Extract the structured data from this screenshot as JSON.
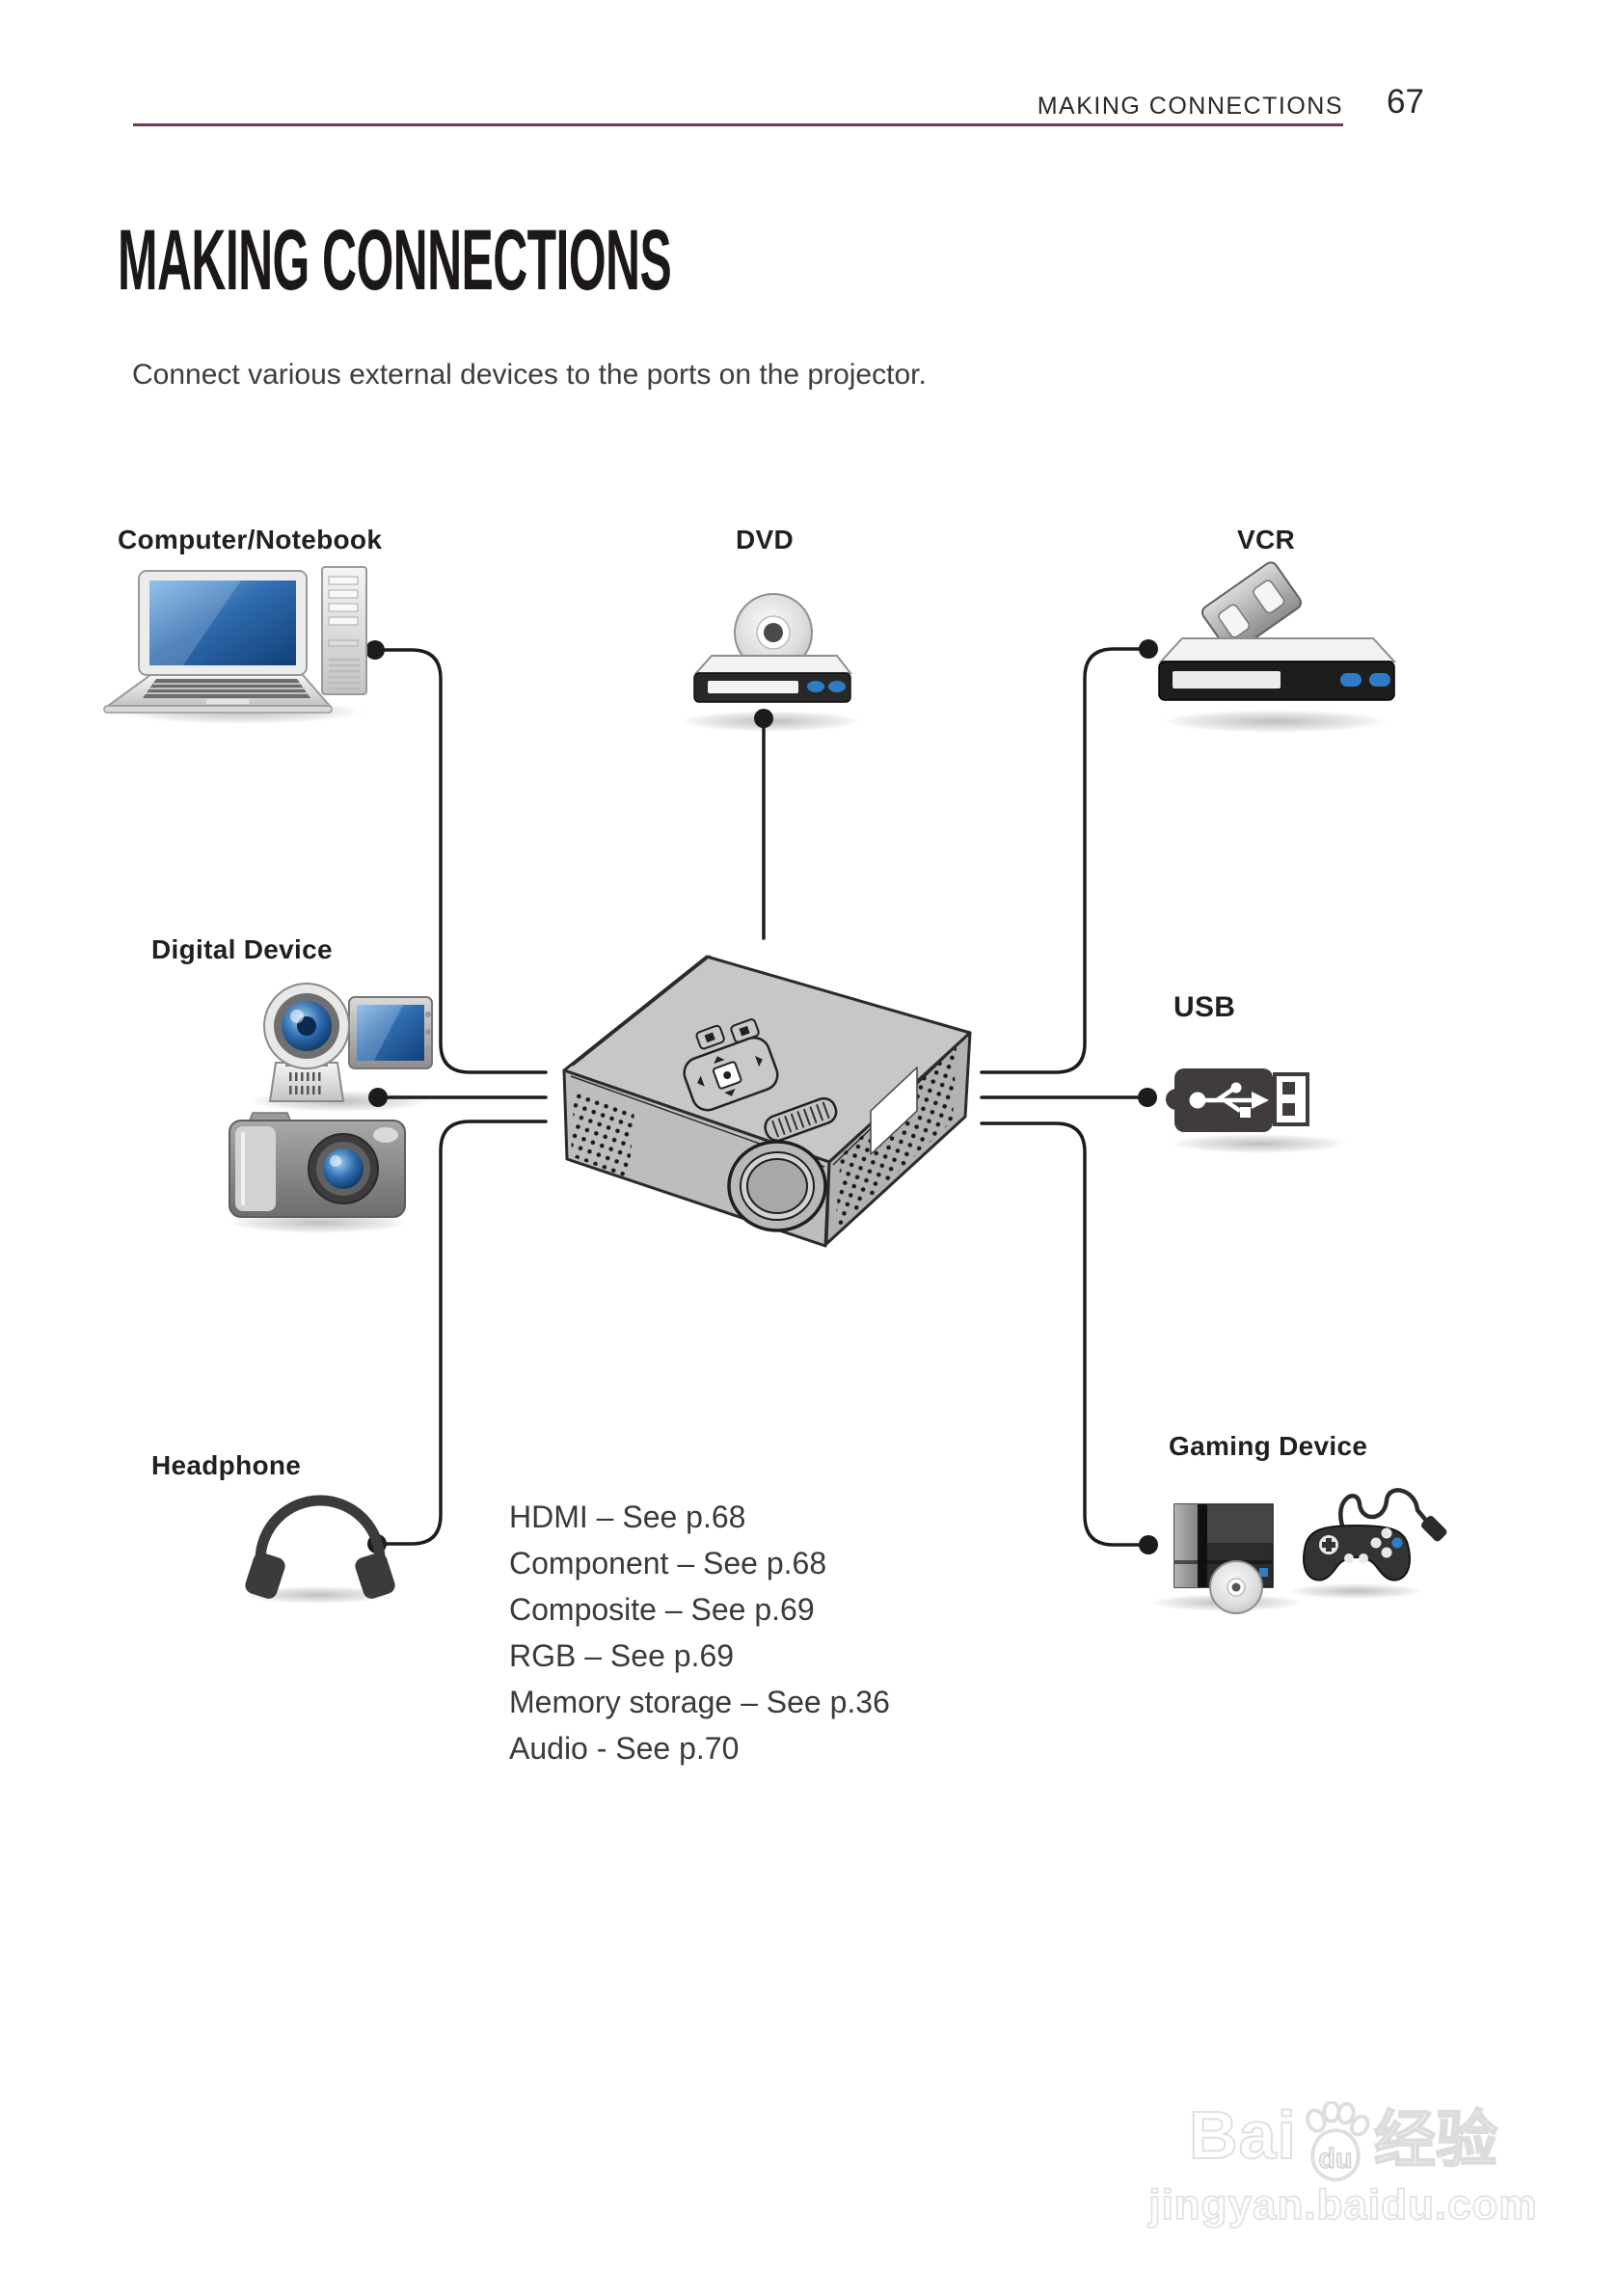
{
  "header": {
    "running_title": "MAKING CONNECTIONS",
    "page_number": "67"
  },
  "main": {
    "title": "MAKING CONNECTIONS",
    "intro": "Connect various external devices to the ports on the projector."
  },
  "devices": {
    "computer": {
      "label": "Computer/Notebook"
    },
    "dvd": {
      "label": "DVD"
    },
    "vcr": {
      "label": "VCR"
    },
    "digital": {
      "label": "Digital Device"
    },
    "usb": {
      "label": "USB"
    },
    "headphone": {
      "label": "Headphone"
    },
    "gaming": {
      "label": "Gaming Device"
    }
  },
  "connections": [
    "HDMI – See p.68",
    "Component – See p.68",
    "Composite – See p.69",
    "RGB – See p.69",
    "Memory storage – See p.36",
    "Audio - See p.70"
  ],
  "watermark": {
    "brand_left": "Bai",
    "brand_mid": "du",
    "brand_right": "经验",
    "url": "jingyan.baidu.com"
  },
  "colors": {
    "rule": "#6e3d5c",
    "ink": "#231f20",
    "body_text": "#3a3a3a",
    "accent_blue": "#2e7cc3"
  }
}
